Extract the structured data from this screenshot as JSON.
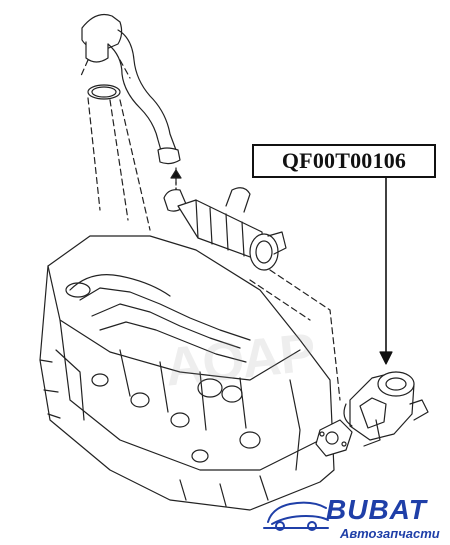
{
  "part_number": "QF00T00106",
  "watermark_text": "АОАР",
  "logo": {
    "word": "BUBAT",
    "subtitle": "Автозапчасти",
    "color": "#1f3fa8"
  },
  "colors": {
    "line": "#222222",
    "label_border": "#111111"
  },
  "icons": [
    "arrow-down-icon",
    "arrow-up-icon",
    "car-logo-icon"
  ]
}
